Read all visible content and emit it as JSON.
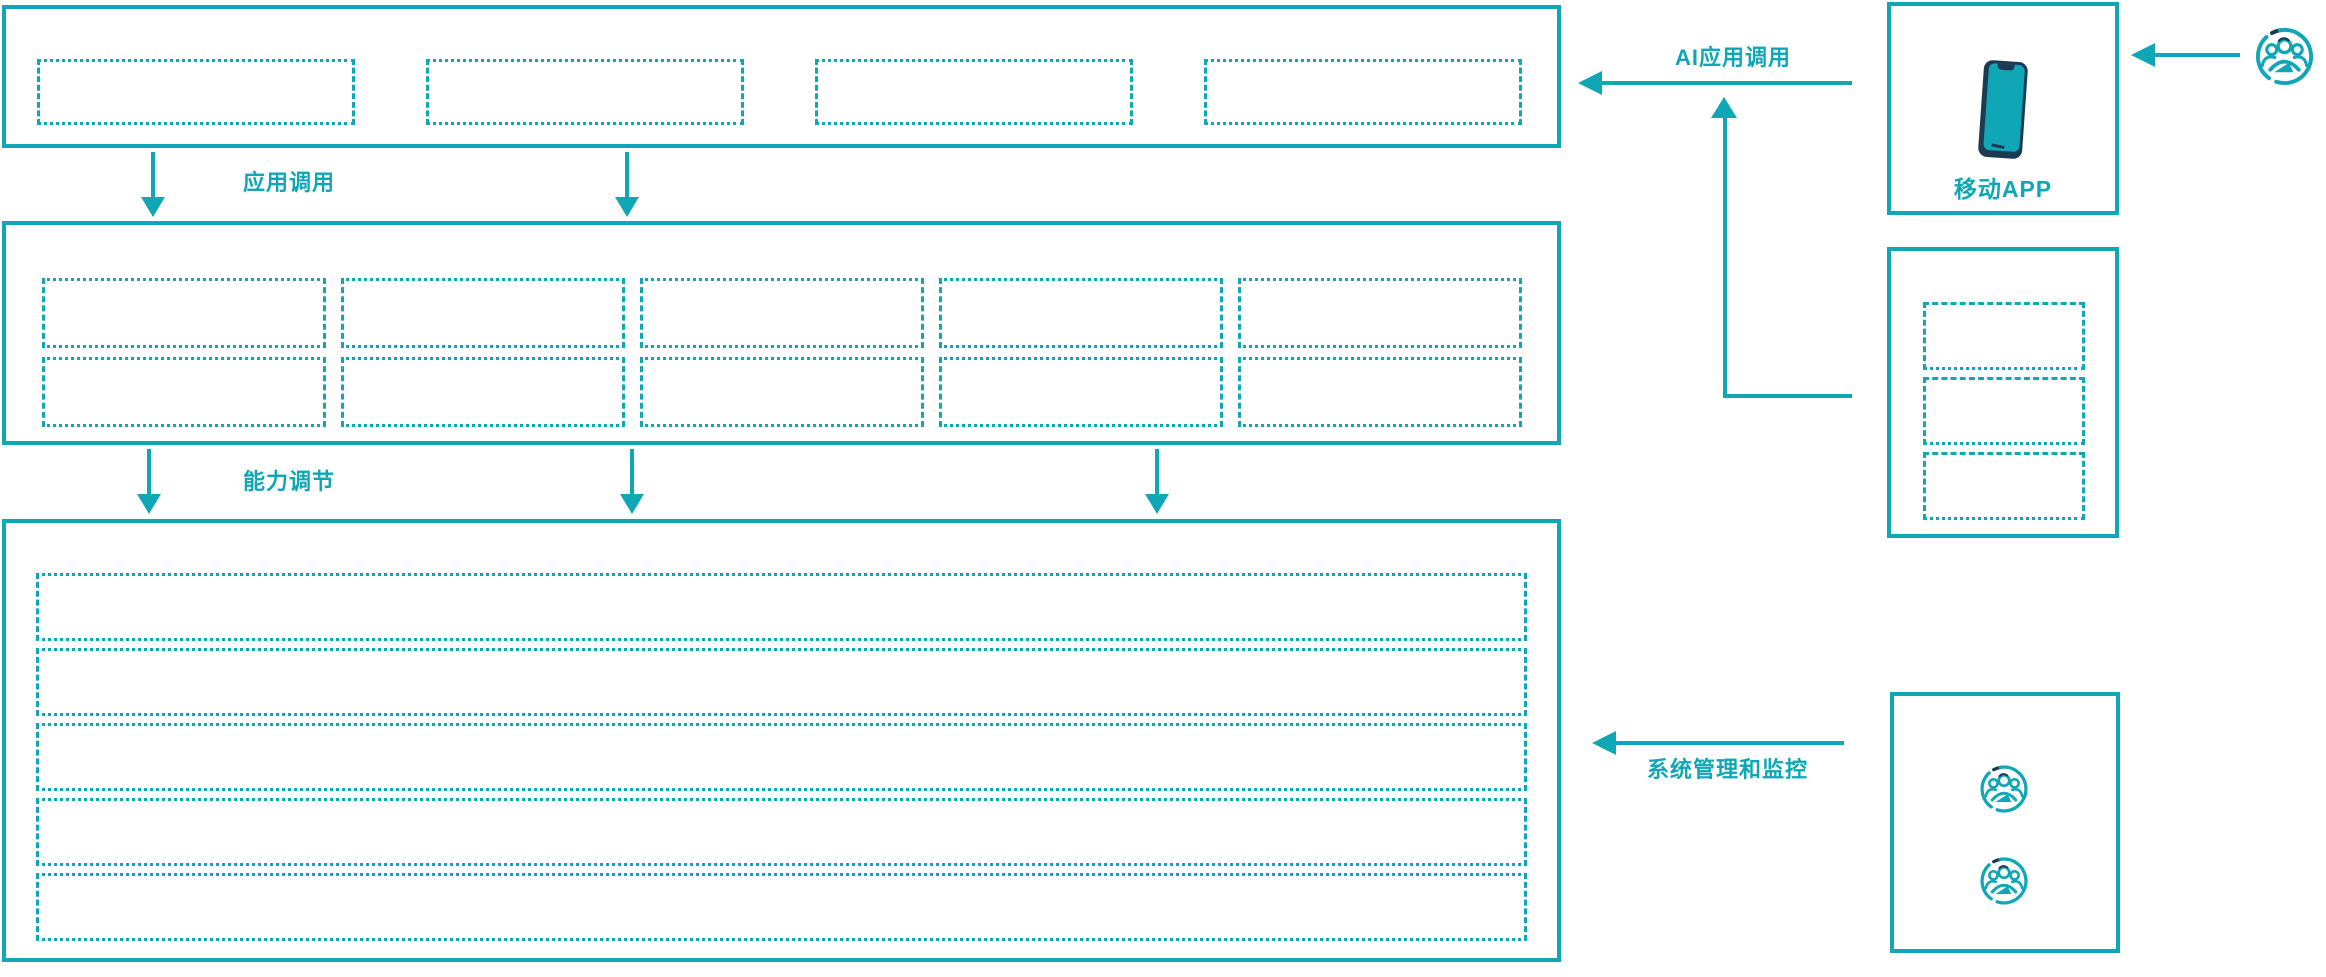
{
  "colors": {
    "teal": "#0FA7B6",
    "navy": "#1C3A53"
  },
  "arrows": {
    "app_call_label": "应用调用",
    "capability_label": "能力调节",
    "ai_app_call_label": "AI应用调用",
    "system_monitor_label": "系统管理和监控"
  },
  "layers": {
    "application_layer": {
      "placeholder_count": 4
    },
    "capability_layer": {
      "rows": 2,
      "cols_per_row": 5
    },
    "platform_layer": {
      "row_count": 5
    }
  },
  "right_panel": {
    "mobile_app_label": "移动APP",
    "module_placeholder_count": 3,
    "admin_icon_count": 2
  },
  "icons": {
    "phone": "smartphone-icon",
    "users": "user-group-icon"
  }
}
